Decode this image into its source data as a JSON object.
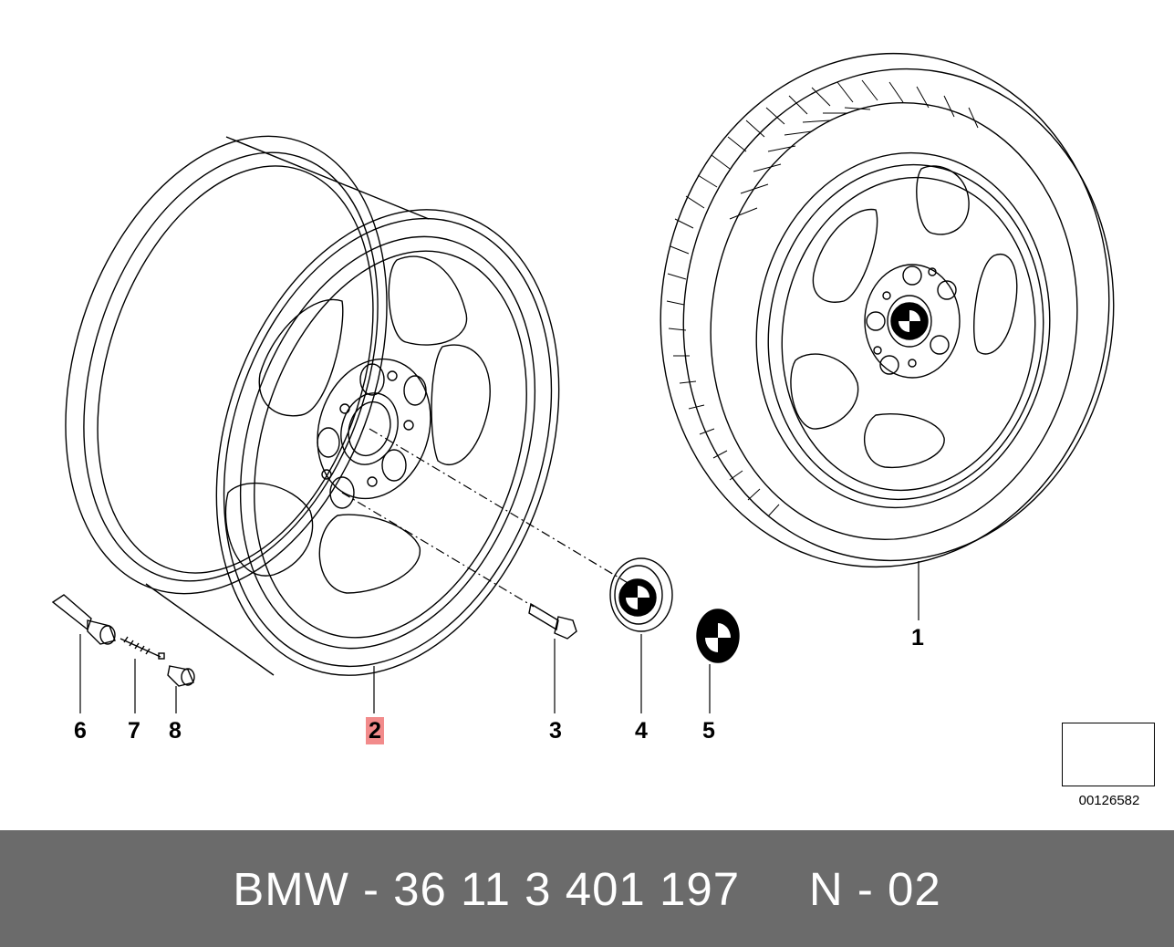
{
  "callouts": {
    "c1": "1",
    "c2": "2",
    "c3": "3",
    "c4": "4",
    "c5": "5",
    "c6": "6",
    "c7": "7",
    "c8": "8"
  },
  "reference_number": "00126582",
  "footer": {
    "text": "BMW - 36 11 3 401 197     N - 02"
  },
  "colors": {
    "highlight": "#f28b8b",
    "footer_bg": "#6b6b6b",
    "line": "#000000"
  }
}
